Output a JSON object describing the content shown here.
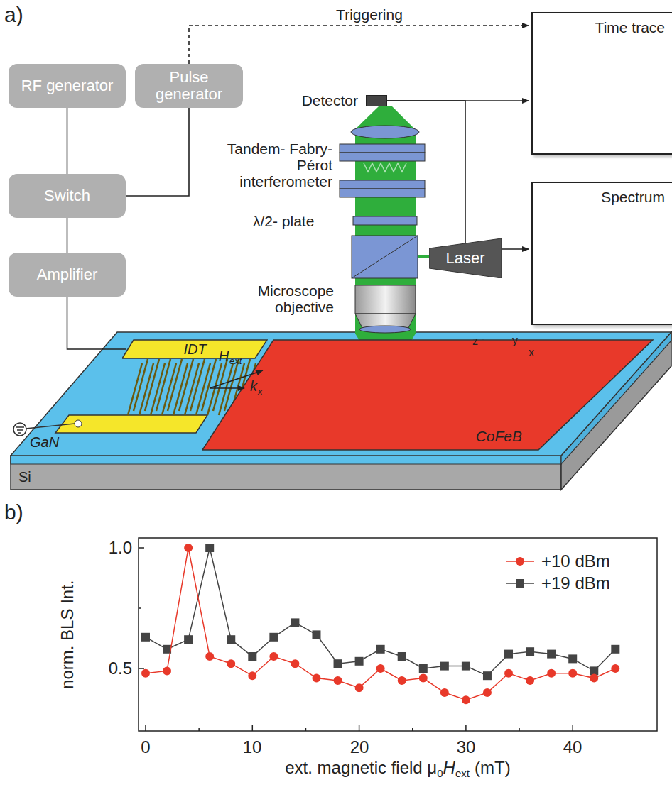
{
  "diagram": {
    "nodes": [
      {
        "text": [
          "RF generator"
        ]
      },
      {
        "text": [
          "Pulse generator"
        ]
      },
      {
        "text": [
          "Switch"
        ]
      },
      {
        "text": [
          "Amplifier"
        ]
      },
      {
        "text": [
          "Detector"
        ]
      },
      {
        "text": [
          "Laser"
        ]
      },
      {
        "text": [
          "Time trace"
        ]
      },
      {
        "text": [
          "Spectrum"
        ]
      },
      {
        "text": [
          "IDT"
        ]
      },
      {
        "text": [
          "CoFeB"
        ]
      }
    ],
    "edges": [
      {
        "from": 0,
        "to": 2,
        "arrow": "none"
      },
      {
        "from": 1,
        "to": 2,
        "arrow": "none"
      },
      {
        "from": 2,
        "to": 3,
        "arrow": "none"
      },
      {
        "from": 3,
        "to": 8,
        "arrow": "none"
      },
      {
        "from": 1,
        "to": 6,
        "arrow": "to",
        "label": "Triggering"
      },
      {
        "from": 4,
        "to": 6,
        "arrow": "to"
      },
      {
        "from": 4,
        "to": 7,
        "arrow": "to"
      }
    ],
    "labels": [
      "a)",
      "Tandem- Fabry-Pérot interferometer",
      "λ/2- plate",
      "Microscope objective",
      "H",
      "ext",
      "k",
      "x",
      "z",
      "y",
      "x",
      "GaN",
      "Si",
      "b)",
      "1.0",
      "0.5",
      "0",
      "10",
      "20",
      "30",
      "40",
      "norm. BLS Int.",
      "ext. magnetic field μ",
      "0",
      "H",
      "ext",
      "(mT)"
    ],
    "legend": [
      {
        "text": "+10 dBm"
      },
      {
        "text": "+19 dBm"
      }
    ]
  }
}
